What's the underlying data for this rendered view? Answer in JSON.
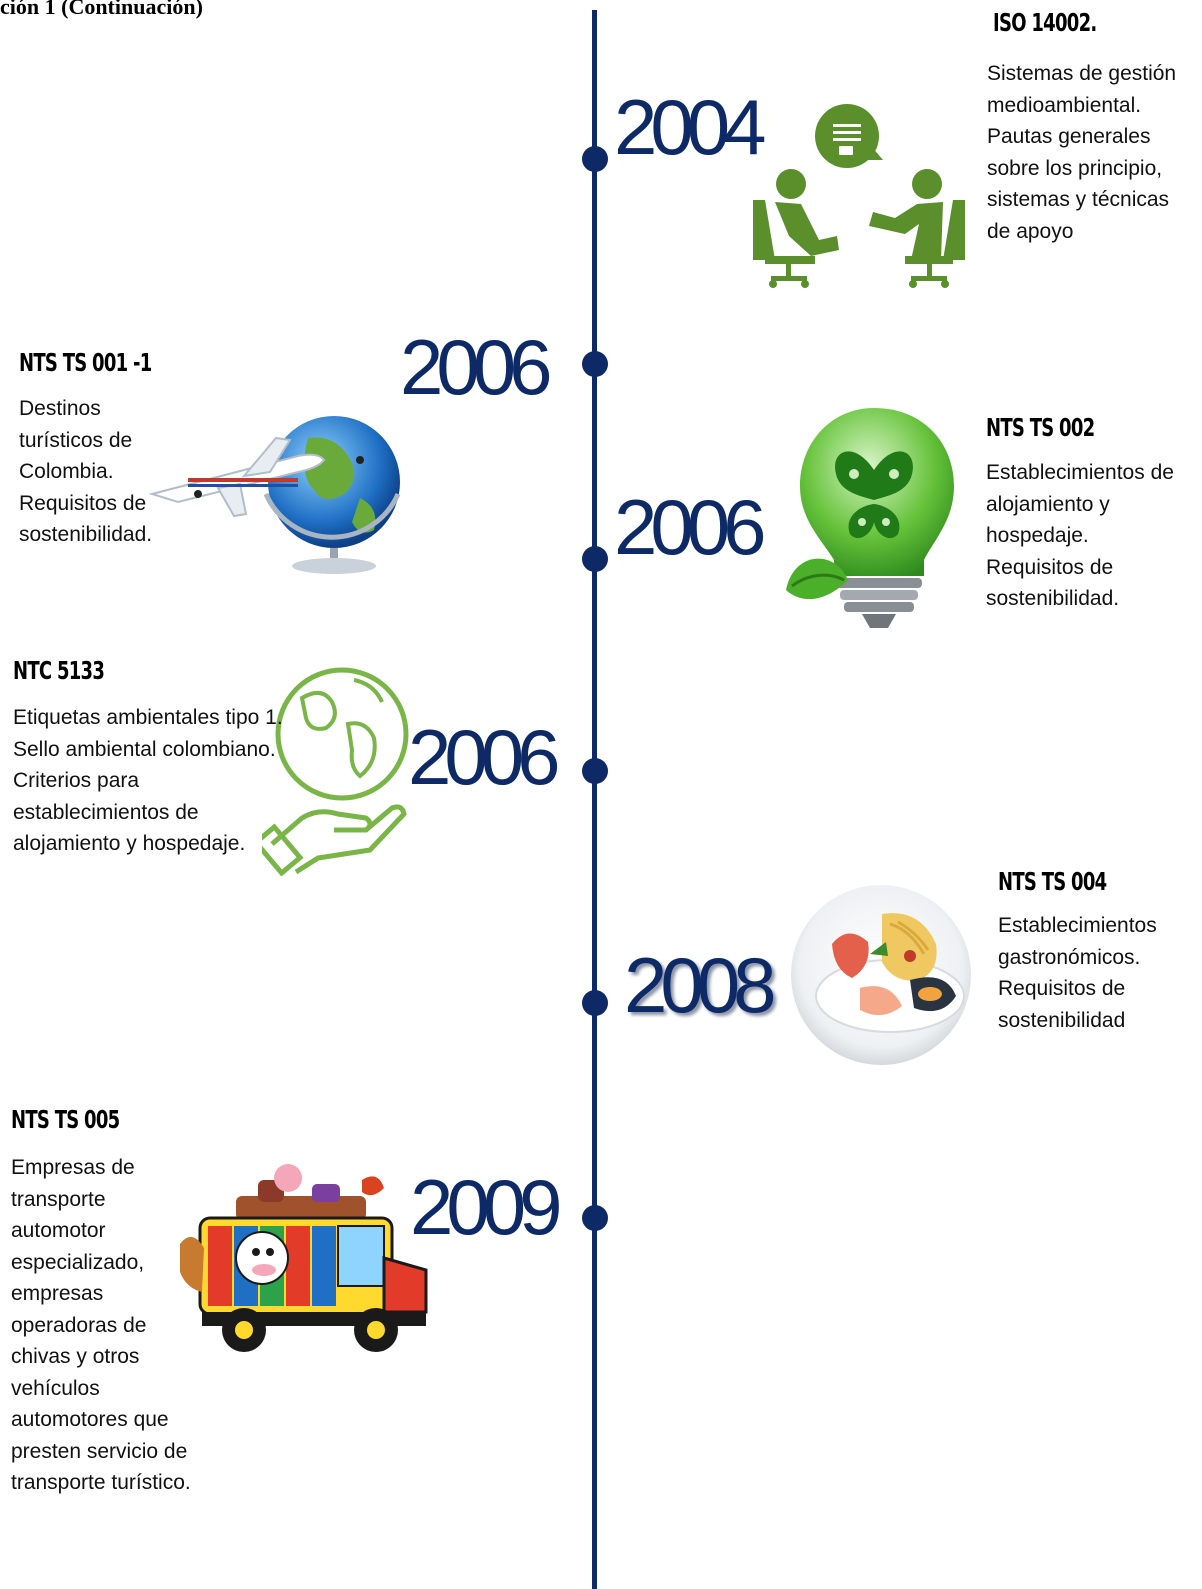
{
  "header": {
    "heading": "ción 1 (Continuación)"
  },
  "colors": {
    "timeline": "#0d2a66",
    "icon_green": "#5a8f2b",
    "light_green": "#7ab548"
  },
  "timeline": [
    {
      "year": "2004",
      "title": "ISO 14002.",
      "description": "Sistemas de gestión medioambiental. Pautas generales sobre los principio, sistemas y técnicas de apoyo",
      "icon": "consultation-people-icon"
    },
    {
      "year": "2006",
      "title": "NTS TS 001 -1",
      "description": "Destinos turísticos de Colombia. Requisitos de sostenibilidad.",
      "icon": "globe-airplane-icon"
    },
    {
      "year": "2006",
      "title": "NTS TS 002",
      "description": "Establecimientos de alojamiento y hospedaje. Requisitos de sostenibilidad.",
      "icon": "eco-lightbulb-icon"
    },
    {
      "year": "2006",
      "title": "NTC 5133",
      "description": "Etiquetas ambientales tipo 1. Sello ambiental colombiano. Criterios para establecimientos de alojamiento y hospedaje.",
      "icon": "earth-hand-icon"
    },
    {
      "year": "2008",
      "title": "NTS TS 004",
      "description": "Establecimientos gastronómicos. Requisitos de sostenibilidad",
      "icon": "food-plate-icon"
    },
    {
      "year": "2009",
      "title": "NTS TS 005",
      "description": "Empresas de transporte automotor especializado, empresas operadoras de chivas y otros vehículos automotores que presten servicio de transporte turístico.",
      "icon": "chiva-bus-icon"
    }
  ]
}
